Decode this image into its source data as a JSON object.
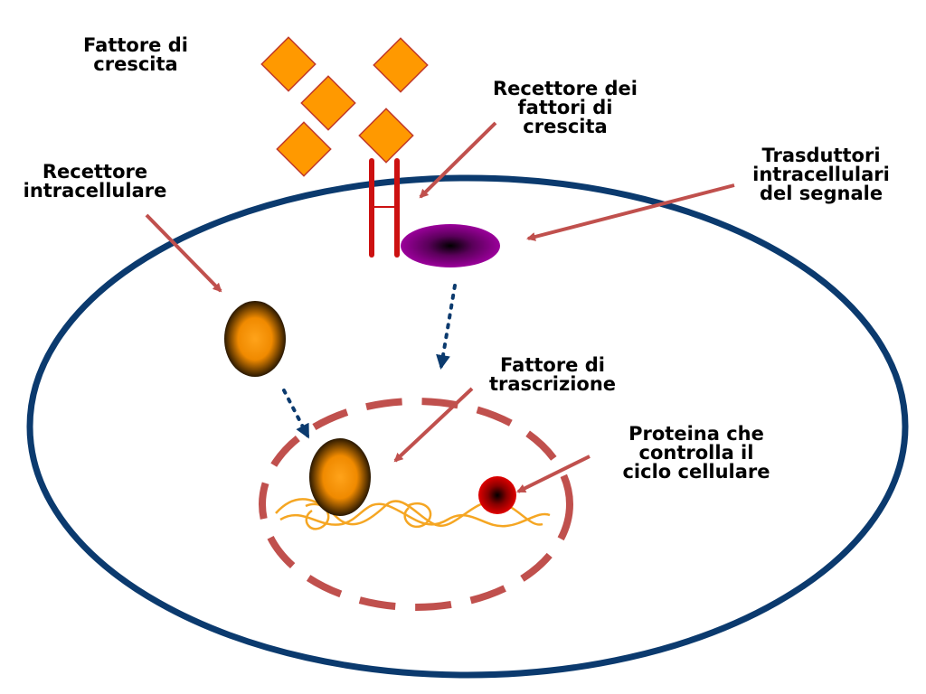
{
  "colors": {
    "cell_membrane": "#0b3a6e",
    "nucleus_border": "#c0504d",
    "arrow": "#c0504d",
    "growth_factor_fill": "#ff9900",
    "growth_factor_stroke": "#c0392b",
    "receptor": "#cc1111",
    "transducer": "#8b008b",
    "transcription_factor": "#ff9a1a",
    "cycle_protein": "#cc0000",
    "dna": "#f5a623",
    "dotted_arrow": "#0b3a6e"
  },
  "labels": {
    "growth_factor": [
      "Fattore di",
      "crescita"
    ],
    "growth_factor_receptor": [
      "Recettore dei",
      "fattori di",
      "crescita"
    ],
    "intracellular_receptor": [
      "Recettore",
      "intracellulare"
    ],
    "signal_transducers": [
      "Trasduttori",
      "intracellulari",
      "del segnale"
    ],
    "transcription_factor": [
      "Fattore di",
      "trascrizione"
    ],
    "cell_cycle_protein": [
      "Proteina che",
      "controlla il",
      "ciclo cellulare"
    ]
  }
}
